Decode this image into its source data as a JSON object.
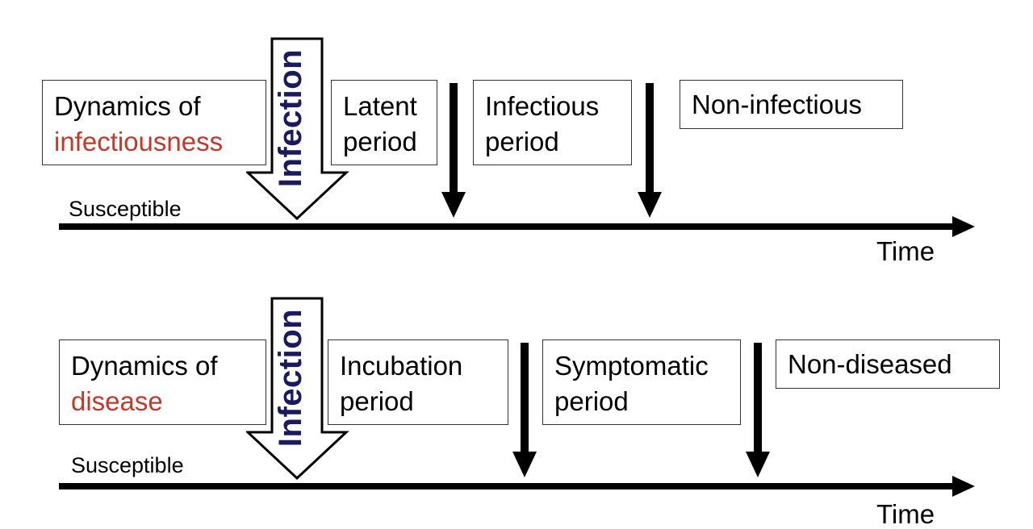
{
  "panels": [
    {
      "title_line1": "Dynamics of",
      "title_line2": "infectiousness",
      "infection_label": "Infection",
      "stages": [
        {
          "line1": "Latent",
          "line2": "period"
        },
        {
          "line1": "Infectious",
          "line2": "period"
        },
        {
          "line1": "Non-infectious",
          "line2": ""
        }
      ],
      "start_state": "Susceptible",
      "axis_label": "Time"
    },
    {
      "title_line1": "Dynamics of",
      "title_line2": "disease",
      "infection_label": "Infection",
      "stages": [
        {
          "line1": "Incubation",
          "line2": "period"
        },
        {
          "line1": "Symptomatic",
          "line2": "period"
        },
        {
          "line1": "Non-diseased",
          "line2": ""
        }
      ],
      "start_state": "Susceptible",
      "axis_label": "Time"
    }
  ],
  "colors": {
    "accent": "#c0392b",
    "infection_text": "#1a1a5e",
    "box_border": "#333333",
    "line": "#000000"
  },
  "icons": {
    "infection": "outlined-down-arrow-icon",
    "transition": "down-arrow-icon"
  }
}
